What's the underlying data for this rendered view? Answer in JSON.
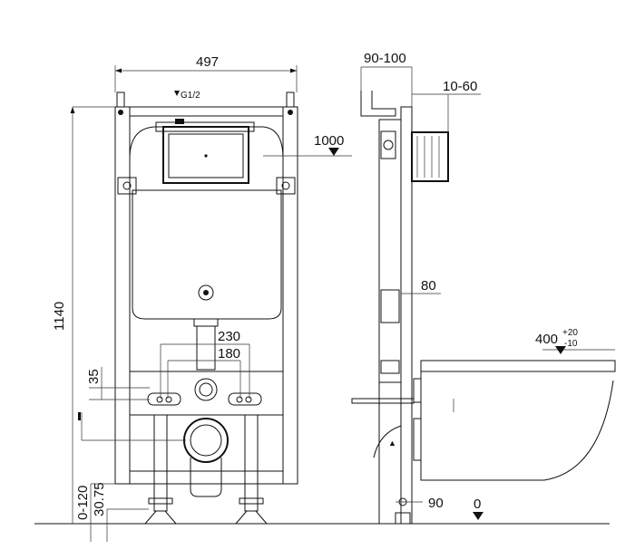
{
  "front_view": {
    "width_label": "497",
    "height_label": "1140",
    "pipe_label": "G1/2",
    "water_level_label": "1000",
    "spacing_outer_label": "230",
    "spacing_inner_label": "180",
    "offset_label": "35",
    "leg_adjust_label": "0-120",
    "base_offset_label": "30.75"
  },
  "side_view": {
    "depth_label": "90-100",
    "wall_gap_label": "10-60",
    "frame_depth_label": "80",
    "bottom_offset_label": "90",
    "floor_label": "0",
    "bowl_height_label": "400",
    "bowl_tol_plus": "+20",
    "bowl_tol_minus": "-10"
  },
  "colors": {
    "line": "#111111",
    "background": "#ffffff"
  }
}
